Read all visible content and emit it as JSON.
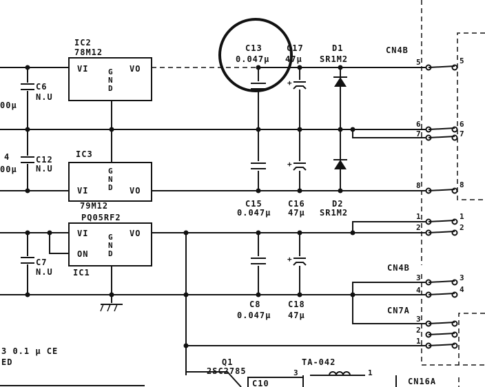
{
  "colors": {
    "ink": "#111111",
    "paper": "#ffffff"
  },
  "ics": {
    "ic2": {
      "ref": "IC2",
      "part": "78M12",
      "vi": "VI",
      "vo": "VO",
      "gnd": [
        "G",
        "N",
        "D"
      ]
    },
    "ic3": {
      "ref": "IC3",
      "part": "79M12",
      "vi": "VI",
      "vo": "VO",
      "gnd": [
        "G",
        "N",
        "D"
      ]
    },
    "ic1": {
      "ref": "IC1",
      "part": "PQ05RF2",
      "vi": "VI",
      "vo": "VO",
      "on": "ON",
      "gnd": [
        "G",
        "N",
        "D"
      ]
    }
  },
  "caps": {
    "c6": {
      "ref": "C6",
      "value": "N.U"
    },
    "c12": {
      "ref": "C12",
      "value": "N.U"
    },
    "c7": {
      "ref": "C7",
      "value": "N.U"
    },
    "c13": {
      "ref": "C13",
      "value": "0.047µ"
    },
    "c17": {
      "ref": "C17",
      "value": "47µ"
    },
    "c15": {
      "ref": "C15",
      "value": "0.047µ"
    },
    "c16": {
      "ref": "C16",
      "value": "47µ"
    },
    "c8": {
      "ref": "C8",
      "value": "0.047µ"
    },
    "c18": {
      "ref": "C18",
      "value": "47µ"
    }
  },
  "diodes": {
    "d1": {
      "ref": "D1",
      "part": "SR1M2"
    },
    "d2": {
      "ref": "D2",
      "part": "SR1M2"
    }
  },
  "connectors": {
    "cn4b_top": {
      "label": "CN4B",
      "pins": [
        "5",
        "6",
        "7",
        "8",
        "1",
        "2"
      ],
      "far_pins": [
        "5",
        "6",
        "7",
        "8",
        "1",
        "2"
      ]
    },
    "cn4b_mid": {
      "label": "CN4B",
      "pins": [
        "3",
        "4"
      ],
      "far_pins": [
        "3",
        "4"
      ]
    },
    "cn7a": {
      "label": "CN7A",
      "pins": [
        "3",
        "2",
        "1"
      ]
    },
    "cn16a": {
      "label": "CN16A"
    }
  },
  "partial_left": {
    "t1": "00µ",
    "t2": "4",
    "t3": "00µ"
  },
  "notes": {
    "note1": "3 0.1 µ CE",
    "note2": "ED"
  },
  "bottom": {
    "q1": "Q1",
    "q1_part": "2SC2785",
    "c10": "C10",
    "ta": "TA-042",
    "pin3": "3",
    "pin1": "1"
  },
  "marks": {
    "plus": "+"
  }
}
